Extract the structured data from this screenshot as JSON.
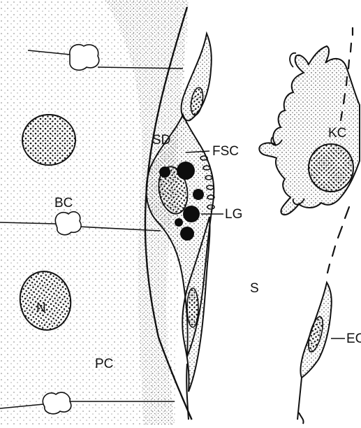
{
  "labels": {
    "sd": "SD",
    "fsc": "FSC",
    "lg": "LG",
    "bc": "BC",
    "n": "N",
    "pc": "PC",
    "s": "S",
    "kc": "KC",
    "ec": "EC"
  },
  "colors": {
    "ink": "#111111",
    "paper": "#ffffff",
    "stipple": "#222222"
  }
}
